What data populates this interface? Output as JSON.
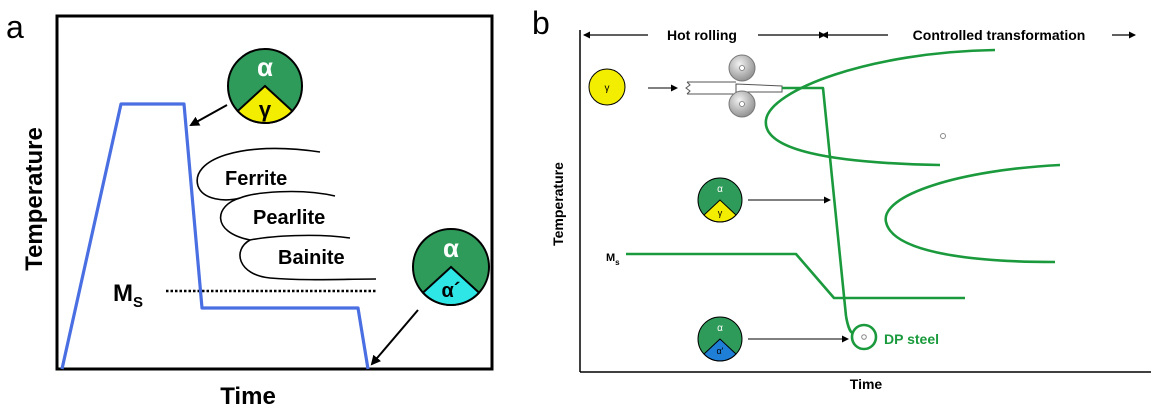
{
  "panel_a": {
    "label": "a",
    "ylabel": "Temperature",
    "xlabel": "Time",
    "ms_main": "M",
    "ms_sub": "S",
    "regions": {
      "ferrite": "Ferrite",
      "pearlite": "Pearlite",
      "bainite": "Bainite"
    },
    "circle_top": {
      "upper": "α",
      "lower": "γ"
    },
    "circle_bottom": {
      "upper": "α",
      "lower": "α´"
    }
  },
  "panel_b": {
    "label": "b",
    "stage_hot": "Hot rolling",
    "stage_controlled": "Controlled transformation",
    "ylabel": "Temperature",
    "xlabel": "Time",
    "ms_main": "M",
    "ms_sub": "s",
    "start_phase": "γ",
    "circle_mid": {
      "upper": "α",
      "lower": "γ"
    },
    "circle_low": {
      "upper": "α",
      "lower": "α'"
    },
    "product": "DP steel"
  },
  "colors": {
    "blue_path": "#4a6fe3",
    "green_path": "#1a9a3c",
    "circle_green": "#2e9b5a",
    "gamma_yellow": "#f3ee00",
    "martensite_cyan": "#2ee6e6",
    "martensite_blue": "#1f7fd6"
  }
}
